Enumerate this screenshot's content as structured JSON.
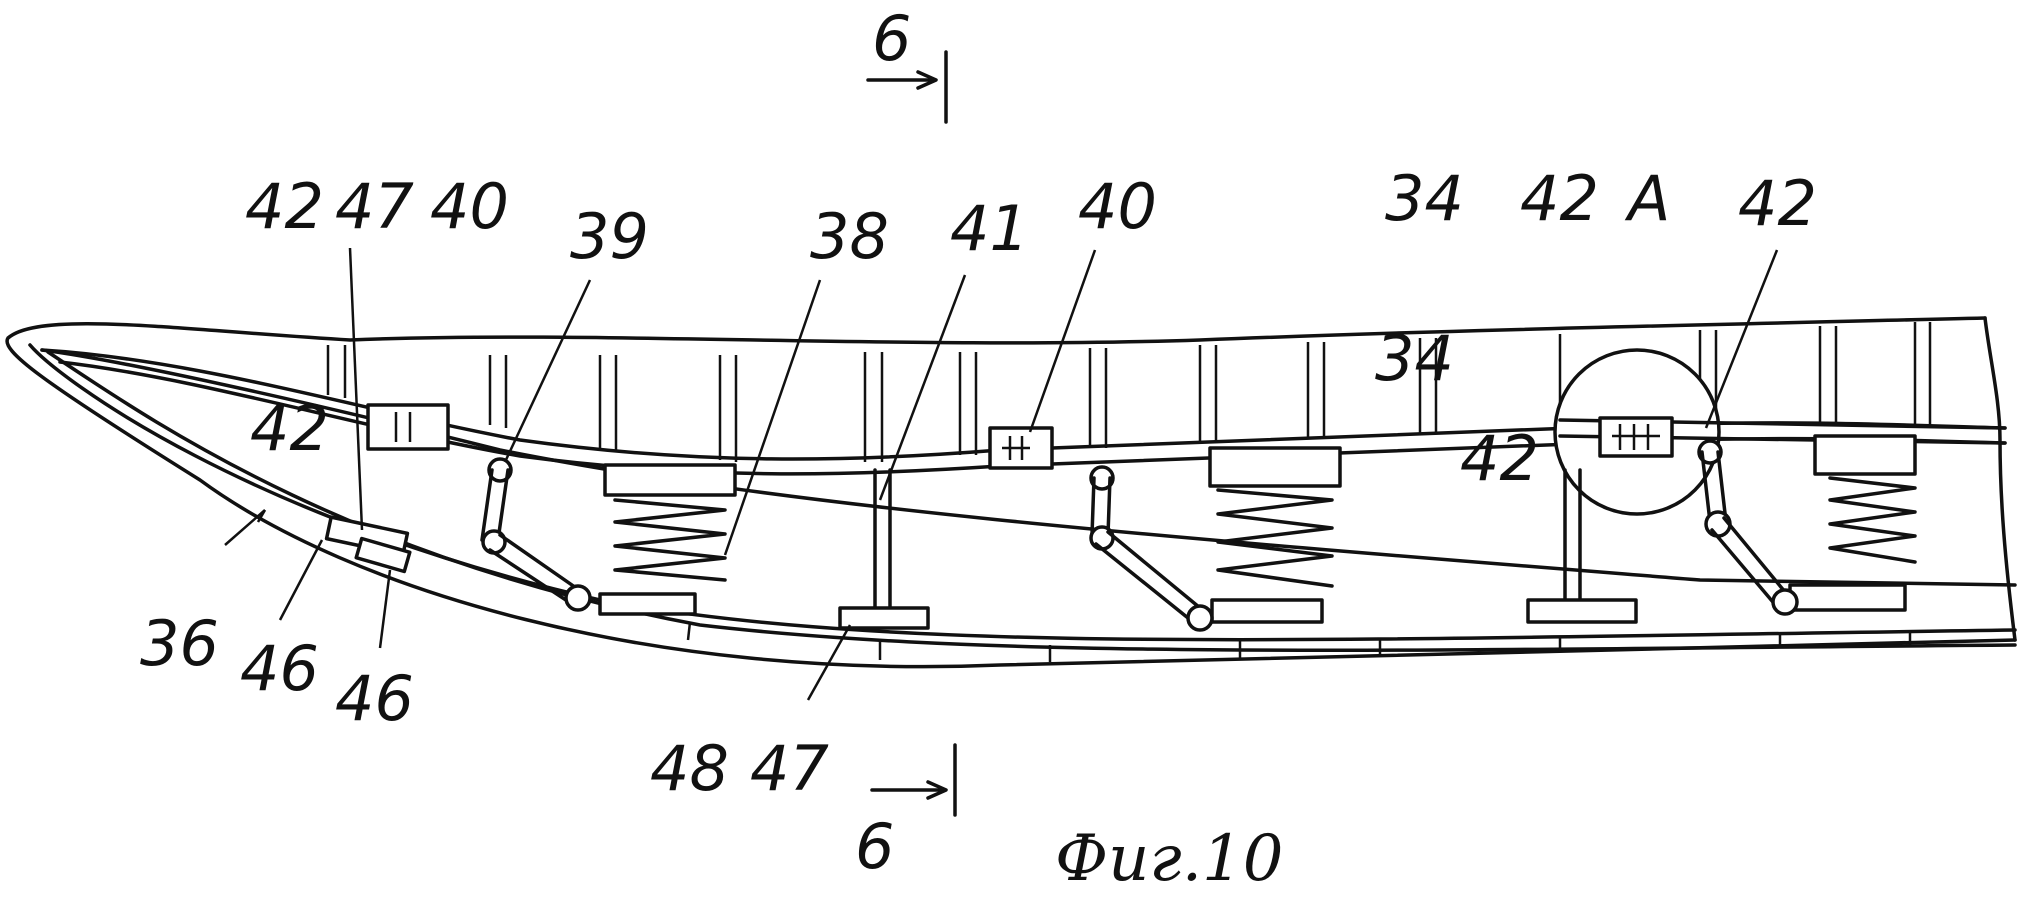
{
  "figure": {
    "caption": "Фиг.10",
    "section_marker_top": "6",
    "section_marker_bottom": "6"
  },
  "labels": {
    "l42_left": "42",
    "l47_top": "47",
    "l40_left": "40",
    "l39": "39",
    "l38": "38",
    "l41": "41",
    "l40_mid": "40",
    "l34": "34",
    "l42_mid": "42",
    "lA": "A",
    "l42_right": "42",
    "l36": "36",
    "l46_a": "46",
    "l46_b": "46",
    "l48": "48",
    "l47_bottom": "47"
  },
  "colors": {
    "ink": "#111111",
    "paper": "#ffffff"
  }
}
